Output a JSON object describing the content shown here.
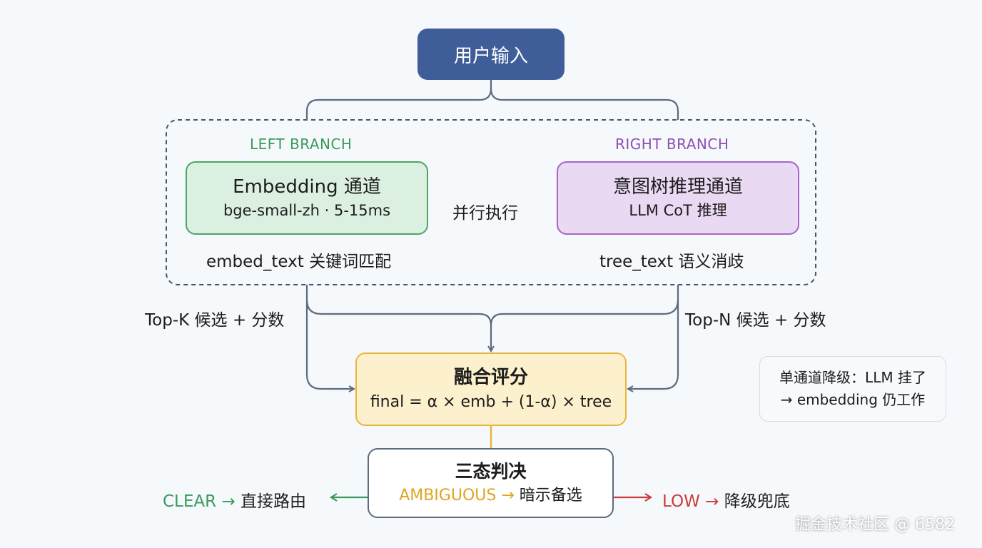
{
  "nodes": {
    "user_input": "用户输入",
    "left_branch_label": "LEFT BRANCH",
    "right_branch_label": "RIGHT BRANCH",
    "embedding_title": "Embedding 通道",
    "embedding_sub": "bge-small-zh · 5-15ms",
    "embedding_note": "embed_text 关键词匹配",
    "tree_title": "意图树推理通道",
    "tree_sub": "LLM CoT 推理",
    "tree_note": "tree_text 语义消歧",
    "parallel": "并行执行",
    "topk": "Top-K 候选 + 分数",
    "topn": "Top-N 候选 + 分数",
    "fusion_title": "融合评分",
    "fusion_formula": "final = α × emb + (1-α) × tree",
    "decide_title": "三态判决",
    "ambiguous": "AMBIGUOUS",
    "ambiguous_target": "暗示备选",
    "clear": "CLEAR",
    "clear_target": "直接路由",
    "low": "LOW",
    "low_target": "降级兜底",
    "arrow_glyph": "→",
    "note_line1": "单通道降级：LLM 挂了",
    "note_line2": "→ embedding 仍工作"
  },
  "watermark": "掘金技术社区 @ 6582",
  "colors": {
    "user_input_fill": "#3f5e99",
    "embedding_fill": "#dcf0e2",
    "embedding_border": "#49a665",
    "tree_fill": "#ead9f3",
    "tree_border": "#a566c8",
    "fusion_fill": "#fdf0cc",
    "fusion_border": "#e9b53e",
    "clear": "#3a9a5c",
    "low": "#cc3b3b",
    "ambiguous": "#e0a423",
    "connector": "#5d6b80"
  }
}
